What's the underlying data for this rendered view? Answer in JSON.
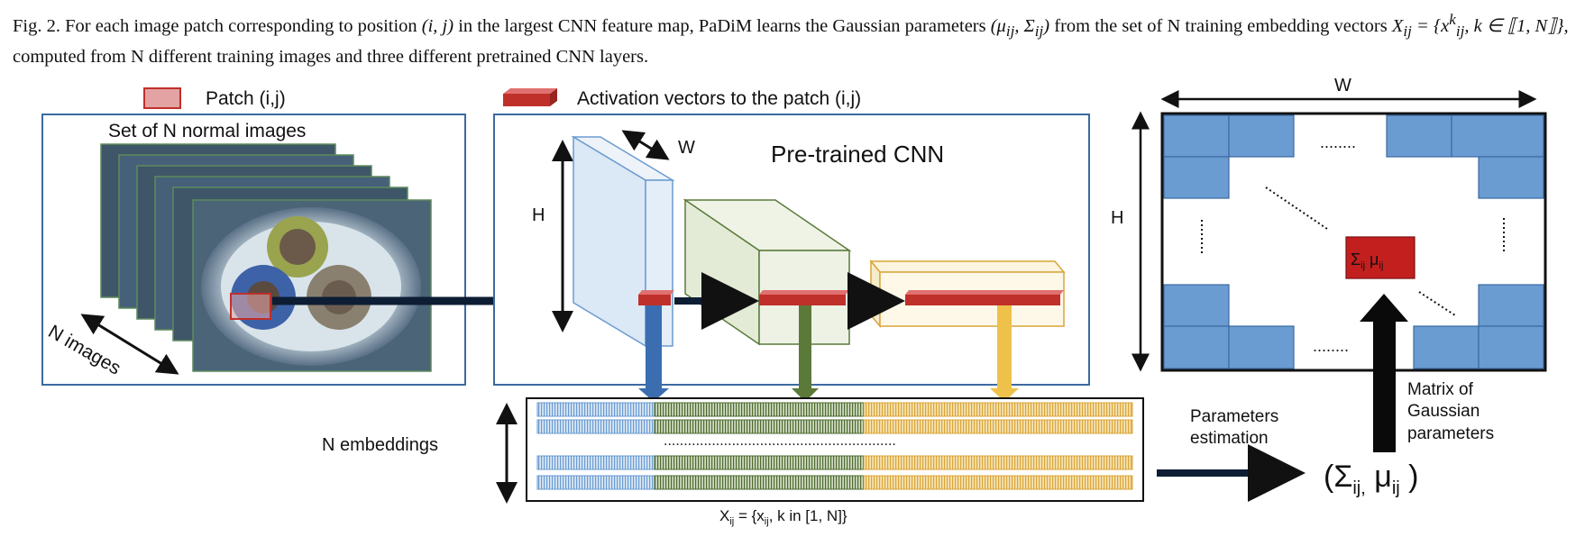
{
  "caption": {
    "fig": "Fig. 2.",
    "text1": "For each image patch corresponding to position",
    "pos": "(i, j)",
    "text2": "in the largest CNN feature map, PaDiM learns the Gaussian parameters",
    "params": "(μ_ij, Σ_ij)",
    "text3": "from the set of N training embedding vectors",
    "set": "X_ij = {x_ij^k, k ∈ ⟦1, N⟧},",
    "text4": "computed from N different training images and three different pretrained CNN layers."
  },
  "legend": {
    "patch": "Patch (i,j)",
    "activation": "Activation vectors to the patch (i,j)"
  },
  "images_panel": {
    "title": "Set of N normal images",
    "n_images": "N images"
  },
  "cnn_panel": {
    "title": "Pre-trained CNN",
    "w": "W",
    "h": "H"
  },
  "embeddings": {
    "label": "N embeddings",
    "dots": "..........................................................",
    "formula": "X_ij = {x_ij, k in [1, N]}"
  },
  "matrix": {
    "w": "W",
    "h": "H",
    "cell": "Σij μij",
    "dots_h": "........",
    "label": [
      "Matrix of",
      "Gaussian",
      "parameters"
    ]
  },
  "estimation": {
    "label": [
      "Parameters",
      "estimation"
    ],
    "result": "(Σij, μij )"
  },
  "colors": {
    "blue": "#6a9bd1",
    "green": "#5b7a3a",
    "yellow": "#e8b84a",
    "red": "#c0302a",
    "frame": "#3b6aa0"
  }
}
